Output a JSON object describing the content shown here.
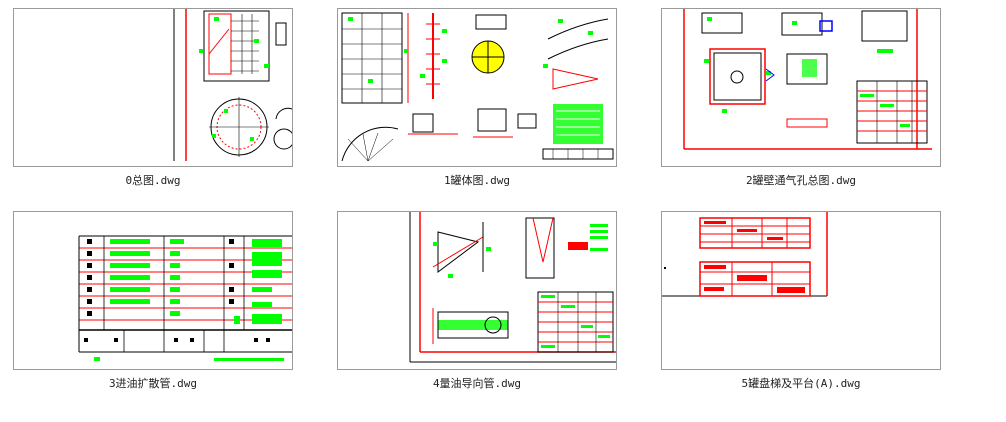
{
  "files": [
    {
      "name": "0总图.dwg",
      "icon": "cad-drawing-thumbnail"
    },
    {
      "name": "1罐体图.dwg",
      "icon": "cad-drawing-thumbnail"
    },
    {
      "name": "2罐壁通气孔总图.dwg",
      "icon": "cad-drawing-thumbnail"
    },
    {
      "name": "3进油扩散管.dwg",
      "icon": "cad-drawing-thumbnail"
    },
    {
      "name": "4量油导向管.dwg",
      "icon": "cad-drawing-thumbnail"
    },
    {
      "name": "5罐盘梯及平台(A).dwg",
      "icon": "cad-drawing-thumbnail"
    }
  ],
  "colors": {
    "border": "#9a9a9a",
    "red": "#ff0000",
    "green": "#00ff00",
    "black": "#000000",
    "blue": "#0000ff"
  }
}
